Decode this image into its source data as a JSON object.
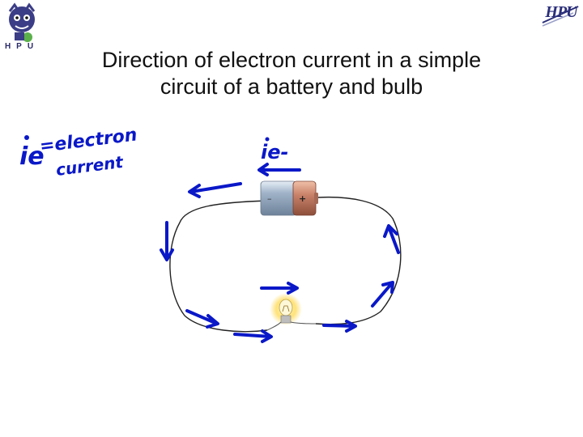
{
  "title": {
    "line1": "Direction of electron current in a simple",
    "line2": "circuit of a battery and bulb"
  },
  "logos": {
    "left_text": "HPU",
    "right_text": "HPU"
  },
  "annotations": {
    "legend_symbol": "ie",
    "legend_text_1": "=electron",
    "legend_text_2": "current",
    "top_label": "ie-"
  },
  "battery": {
    "negative_label": "–",
    "positive_label": "+"
  },
  "colors": {
    "ink": "#0a18c8",
    "wire": "#222222",
    "battery_body": "#b8c6d6",
    "battery_cap": "#c9826a",
    "bulb_glow": "#ffe27a"
  }
}
